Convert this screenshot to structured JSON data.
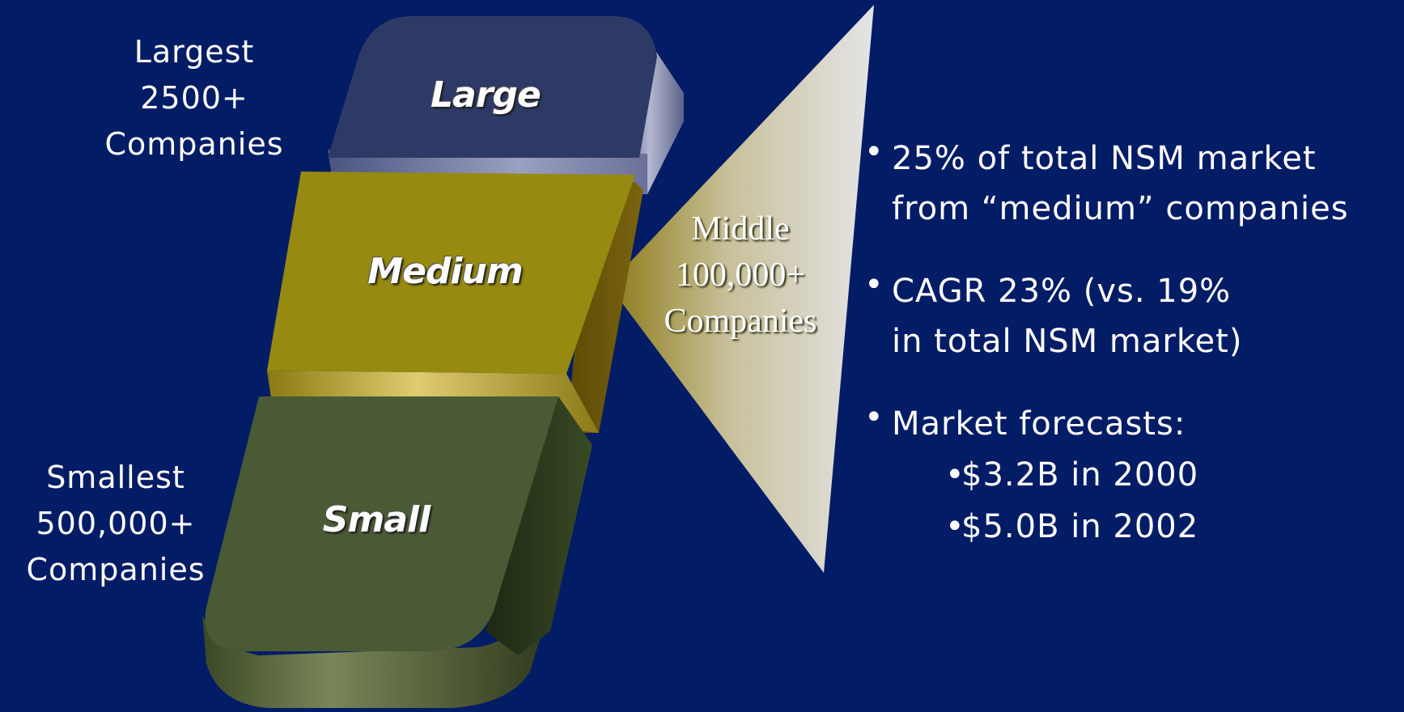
{
  "segments": {
    "large": {
      "label": "Large",
      "color": "#2e3a66"
    },
    "medium": {
      "label": "Medium",
      "color": "#968a10"
    },
    "small": {
      "label": "Small",
      "color": "#4a5a34"
    }
  },
  "left_labels": {
    "largest": [
      "Largest",
      "2500+",
      "Companies"
    ],
    "smallest": [
      "Smallest",
      "500,000+",
      "Companies"
    ]
  },
  "middle_label": [
    "Middle",
    "100,000+",
    "Companies"
  ],
  "bullets": [
    {
      "lines": [
        "25% of total NSM market",
        "from “medium” companies"
      ]
    },
    {
      "lines": [
        "CAGR 23% (vs. 19%",
        "in total NSM market)"
      ]
    },
    {
      "lines": [
        "Market forecasts:"
      ],
      "sub": [
        "$3.2B in 2000",
        "$5.0B in 2002"
      ]
    }
  ],
  "bullet_char": "•",
  "colors": {
    "background": "#031c66",
    "text": "#ffffff",
    "callout_light": "#e4e4e6"
  }
}
